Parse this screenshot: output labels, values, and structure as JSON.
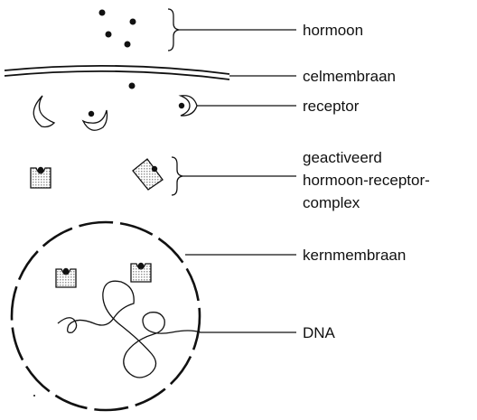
{
  "labels": {
    "hormone": "hormoon",
    "cell_membrane": "celmembraan",
    "receptor": "receptor",
    "complex_line1": "geactiveerd",
    "complex_line2": "hormoon-receptor-",
    "complex_line3": "complex",
    "nuclear_membrane": "kernmembraan",
    "dna": "DNA"
  },
  "colors": {
    "ink": "#111111",
    "stipple": "#9a9a9a"
  }
}
